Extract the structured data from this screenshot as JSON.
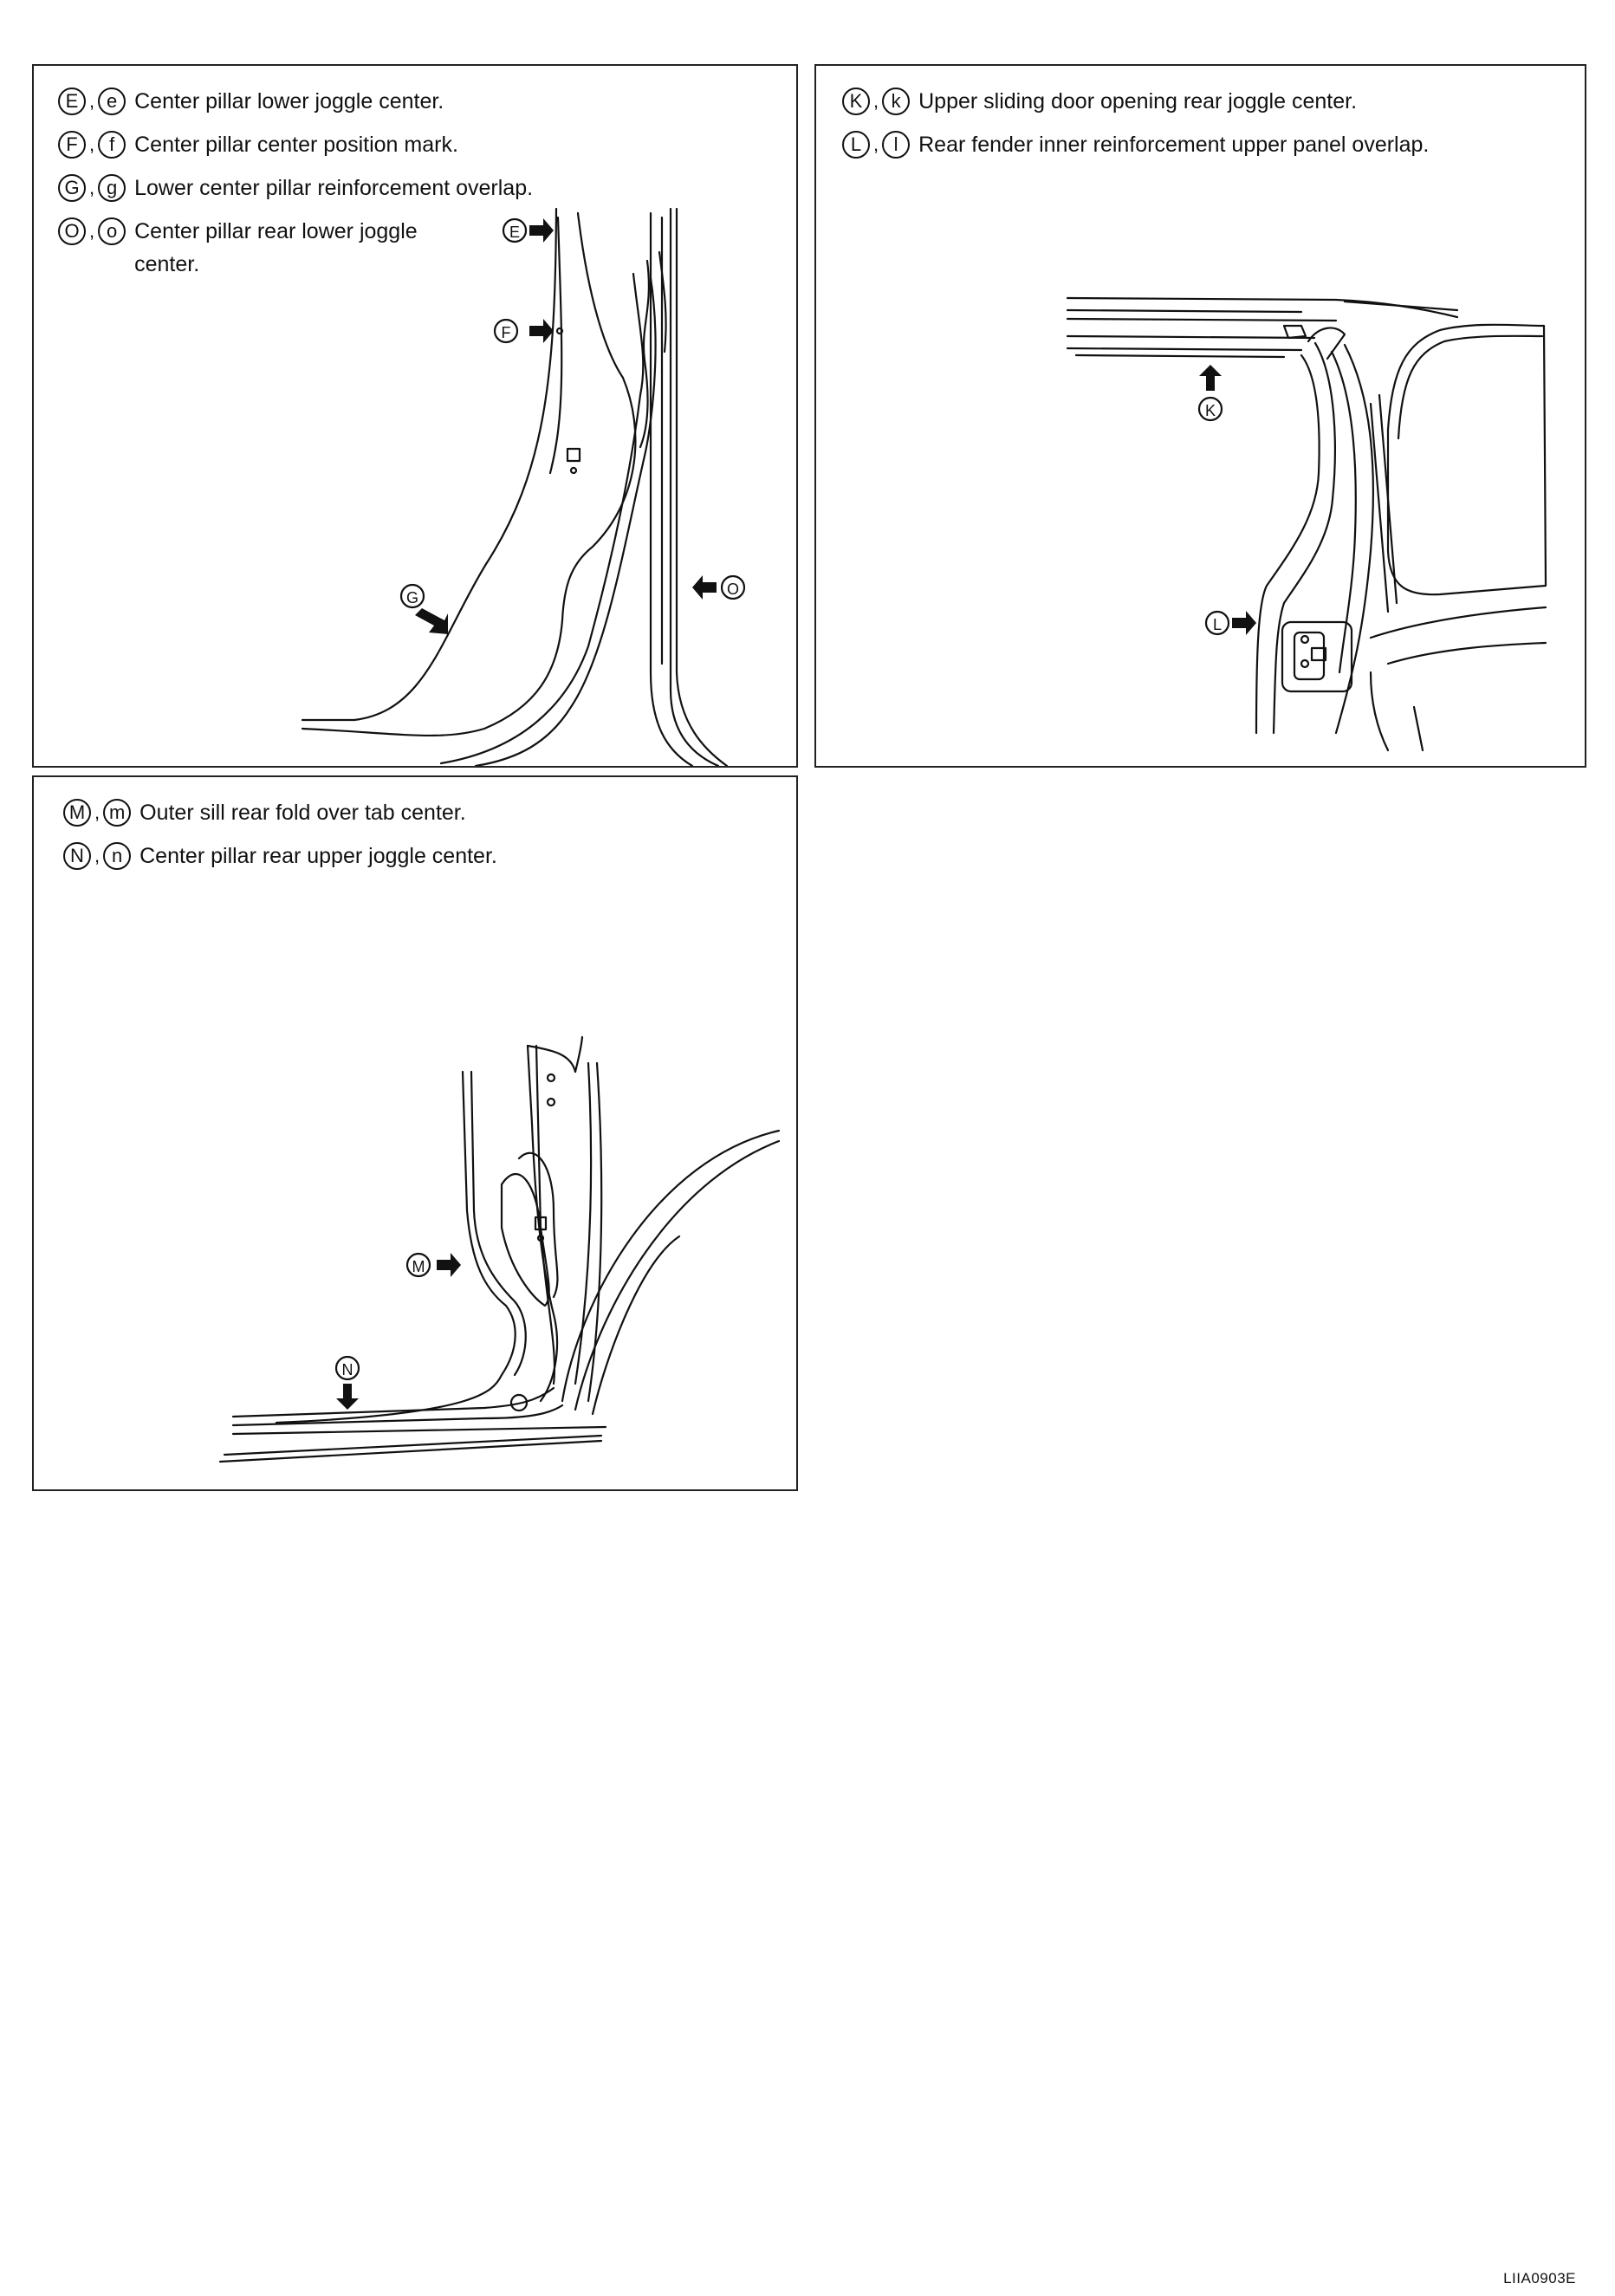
{
  "panels": [
    {
      "legend": [
        {
          "upper": "E",
          "lower": "e",
          "text": "Center pillar lower joggle center."
        },
        {
          "upper": "F",
          "lower": "f",
          "text": "Center pillar center position mark."
        },
        {
          "upper": "G",
          "lower": "g",
          "text": "Lower center pillar reinforcement overlap."
        },
        {
          "upper": "O",
          "lower": "o",
          "text": "Center pillar rear lower joggle\ncenter."
        }
      ],
      "callouts": [
        "E",
        "F",
        "G",
        "O"
      ]
    },
    {
      "legend": [
        {
          "upper": "K",
          "lower": "k",
          "text": "Upper sliding door opening rear joggle center."
        },
        {
          "upper": "L",
          "lower": "l",
          "text": "Rear fender inner reinforcement upper panel overlap."
        }
      ],
      "callouts": [
        "K",
        "L"
      ]
    },
    {
      "legend": [
        {
          "upper": "M",
          "lower": "m",
          "text": "Outer sill rear fold over tab center."
        },
        {
          "upper": "N",
          "lower": "n",
          "text": "Center pillar rear upper joggle center."
        }
      ],
      "callouts": [
        "M",
        "N"
      ]
    }
  ],
  "figure_code": "LIIA0903E"
}
